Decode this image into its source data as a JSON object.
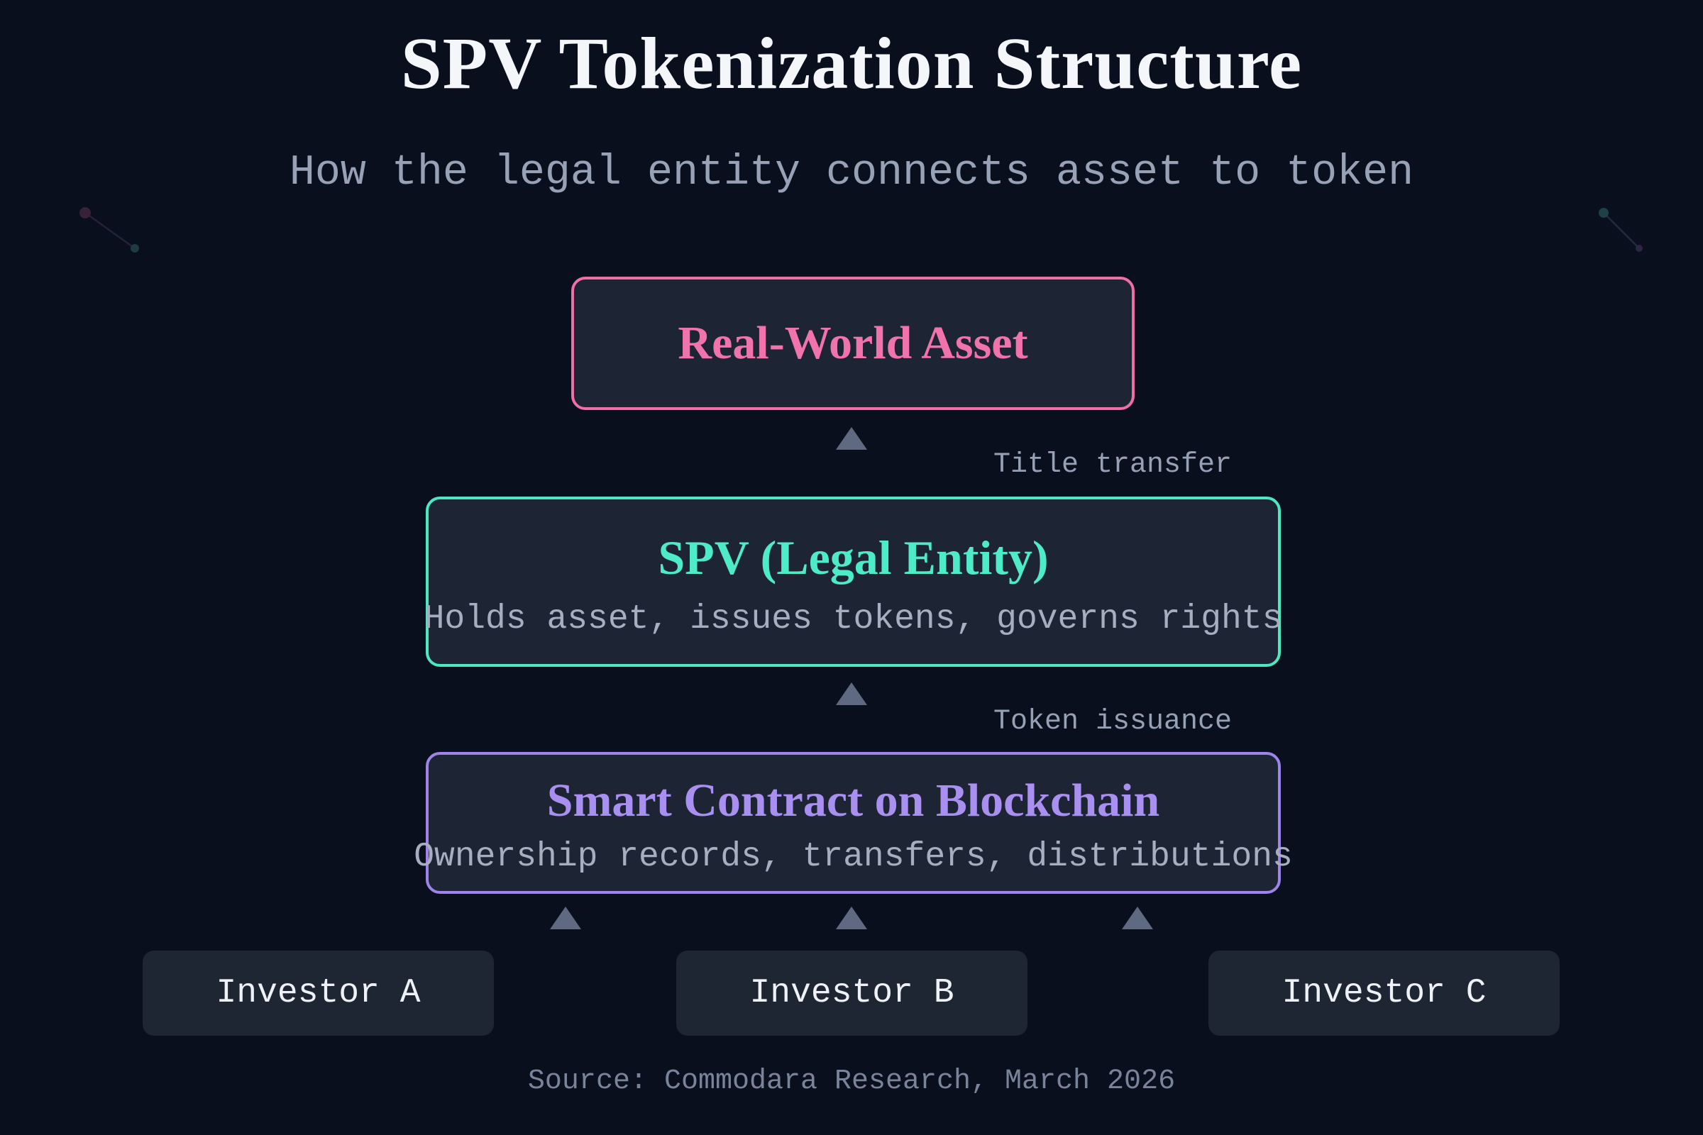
{
  "title": "SPV Tokenization Structure",
  "subtitle": "How the legal entity connects asset to token",
  "nodes": {
    "asset": {
      "title": "Real-World Asset"
    },
    "spv": {
      "title": "SPV (Legal Entity)",
      "description": "Holds asset, issues tokens, governs rights"
    },
    "contract": {
      "title": "Smart Contract on Blockchain",
      "description": "Ownership records, transfers, distributions"
    }
  },
  "edges": {
    "title_transfer": "Title transfer",
    "token_issuance": "Token issuance"
  },
  "investors": {
    "a": "Investor A",
    "b": "Investor B",
    "c": "Investor C"
  },
  "footer": "Source: Commodara Research, March 2026",
  "colors": {
    "background": "#0a0f1d",
    "title": "#f4f6fa",
    "subtitle": "#97a2b6",
    "node-fill": "#1d2534",
    "investor-fill": "#1e2533",
    "pink": "#f06fa7",
    "pink-text": "#f173ab",
    "teal": "#4be8c1",
    "teal-text": "#4debc6",
    "purple": "#9e83e8",
    "purple-text": "#a98ff0",
    "arrow": "#5f6a82",
    "label": "#96a1b5",
    "desc": "#a6aebf",
    "investor-text": "#eef1f5",
    "footer": "#79849b",
    "decor": {
      "left-dot1": "#372339",
      "left-dot2": "#1d3c41",
      "left-line": "#262039",
      "right-dot1": "#1e4046",
      "right-dot2": "#2d2544",
      "right-line": "#242b3e"
    }
  }
}
